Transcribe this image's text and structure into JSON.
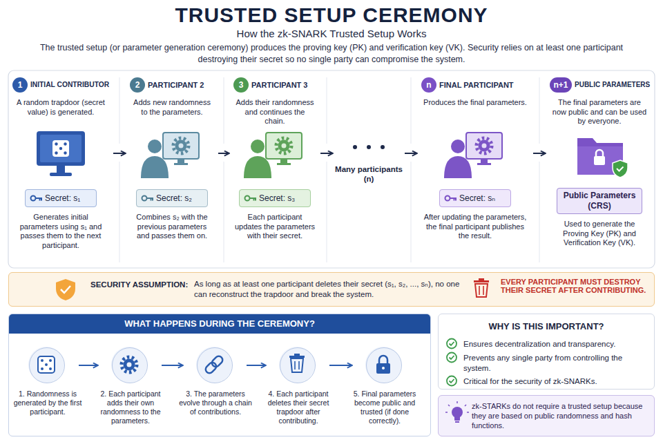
{
  "diagram": {
    "title": "TRUSTED SETUP CEREMONY",
    "nodes": [
      {
        "text": [
          "INITIAL CONTRIBUTOR",
          "A random trapdoor (secret value) is generated.",
          "Generates initial parameters using s₁ and passes them to the next participant."
        ]
      },
      {
        "text": [
          "1"
        ],
        "in": 0
      },
      {
        "text": [
          "Secret: s₁"
        ],
        "in": 0
      },
      {
        "text": [
          "PARTICIPANT 2",
          "Adds new randomness to the parameters.",
          "Combines s₂ with the previous parameters and passes them on."
        ]
      },
      {
        "text": [
          "2"
        ],
        "in": 3
      },
      {
        "text": [
          "Secret: s₂"
        ],
        "in": 3
      },
      {
        "text": [
          "PARTICIPANT 3",
          "Adds their randomness and continues the chain.",
          "Each participant updates the parameters with their secret."
        ]
      },
      {
        "text": [
          "3"
        ],
        "in": 6
      },
      {
        "text": [
          "Secret: s₃"
        ],
        "in": 6
      },
      {
        "text": [
          "Many participants (n)"
        ]
      },
      {
        "text": [
          "FINAL PARTICIPANT",
          "Produces the final parameters.",
          "After updating the parameters, the final participant publishes the result."
        ]
      },
      {
        "text": [
          "n"
        ],
        "in": 10
      },
      {
        "text": [
          "Secret: sₙ"
        ],
        "in": 10
      },
      {
        "text": [
          "PUBLIC PARAMETERS",
          "The final parameters are now public and can be used by everyone.",
          "Used to generate the Proving Key (PK) and Verification Key (VK)."
        ]
      },
      {
        "text": [
          "n+1"
        ],
        "in": 13
      },
      {
        "text": [
          "Public Parameters (CRS)"
        ],
        "in": 13
      },
      {
        "text": [
          "SECURITY ASSUMPTION:",
          "As long as at least one participant deletes their secret (s₁, s₂, ..., sₙ), no one can reconstruct the trapdoor and break the system.",
          "EVERY PARTICIPANT MUST DESTROY THEIR SECRET AFTER CONTRIBUTING."
        ]
      },
      {
        "text": [
          "WHAT HAPPENS DURING THE CEREMONY?"
        ]
      },
      {
        "text": [
          "1. Randomness is generated by the first participant."
        ],
        "in": 17
      },
      {
        "text": [
          "2. Each participant adds their own randomness to the parameters."
        ],
        "in": 17
      },
      {
        "text": [
          "3. The parameters evolve through a chain of contributions."
        ],
        "in": 17
      },
      {
        "text": [
          "4. Each participant deletes their secret trapdoor after contributing."
        ],
        "in": 17
      },
      {
        "text": [
          "5. Final parameters become public and trusted (if done correctly)."
        ],
        "in": 17
      },
      {
        "text": [
          "WHY IS THIS IMPORTANT?",
          "Ensures decentralization and transparency.",
          "Prevents any single party from controlling the system.",
          "Critical for the security of zk-SNARKs."
        ]
      },
      {
        "text": [
          "zk-STARKs do not require a trusted setup because they are based on public randomness and hash functions."
        ]
      }
    ],
    "edges": [
      {
        "from": 0,
        "to": 3,
        "arrow": "to"
      },
      {
        "from": 3,
        "to": 6,
        "arrow": "to"
      },
      {
        "from": 6,
        "to": 9,
        "arrow": "to"
      },
      {
        "from": 9,
        "to": 10,
        "arrow": "to"
      },
      {
        "from": 10,
        "to": 13,
        "arrow": "to"
      },
      {
        "from": 18,
        "to": 19,
        "arrow": "to"
      },
      {
        "from": 19,
        "to": 20,
        "arrow": "to"
      },
      {
        "from": 20,
        "to": 21,
        "arrow": "to"
      },
      {
        "from": 21,
        "to": 22,
        "arrow": "to"
      }
    ],
    "labels": [
      "How the zk-SNARK Trusted Setup Works",
      "The trusted setup (or parameter generation ceremony) produces the proving key (PK) and verification key (VK). Security relies on at least one participant destroying their secret so no single party can compromise the system."
    ]
  }
}
